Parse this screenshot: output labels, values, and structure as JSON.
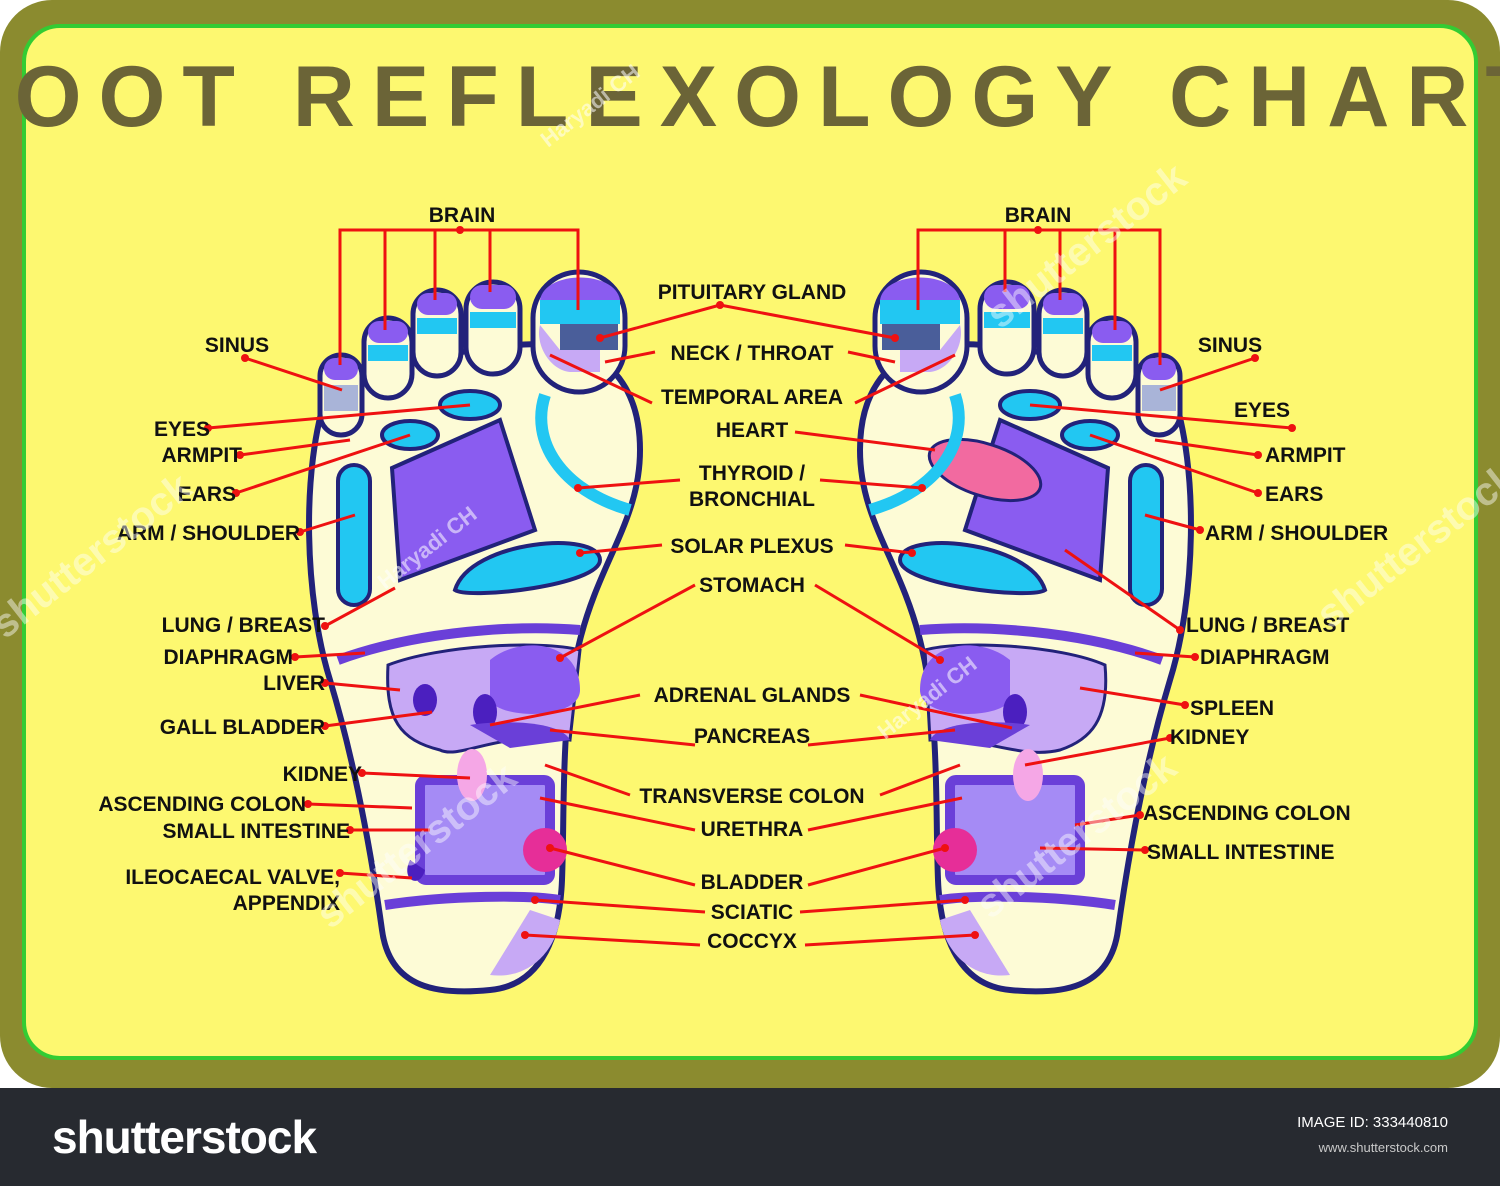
{
  "title": "FOOT REFLEXOLOGY CHART",
  "colors": {
    "border": "#8b8b2f",
    "panel": "#fdf870",
    "panel_edge": "#33cc33",
    "foot_outline": "#22227a",
    "foot_fill": "#fdfbd6",
    "cyan": "#22c7f2",
    "purple": "#8a5cf0",
    "lavender": "#c7a9f5",
    "violet": "#6a3fd8",
    "pink": "#f26aa0",
    "magenta": "#e62e98",
    "leader": "#ee1111",
    "title": "#6b6437"
  },
  "labels": {
    "brain": "BRAIN",
    "sinus": "SINUS",
    "eyes": "EYES",
    "armpit": "ARMPIT",
    "ears": "EARS",
    "arm_shoulder": "ARM / SHOULDER",
    "lung_breast": "LUNG / BREAST",
    "diaphragm": "DIAPHRAGM",
    "liver": "LIVER",
    "gall_bladder": "GALL BLADDER",
    "kidney": "KIDNEY",
    "ascending_colon": "ASCENDING COLON",
    "small_intestine": "SMALL INTESTINE",
    "ileocaecal_1": "ILEOCAECAL VALVE,",
    "ileocaecal_2": "APPENDIX",
    "pituitary": "PITUITARY GLAND",
    "neck_throat": "NECK  / THROAT",
    "temporal": "TEMPORAL AREA",
    "heart": "HEART",
    "thyroid_1": "THYROID /",
    "thyroid_2": "BRONCHIAL",
    "solar_plexus": "SOLAR PLEXUS",
    "stomach": "STOMACH",
    "adrenal": "ADRENAL GLANDS",
    "pancreas": "PANCREAS",
    "transverse_colon": "TRANSVERSE COLON",
    "urethra": "URETHRA",
    "bladder": "BLADDER",
    "sciatic": "SCIATIC",
    "coccyx": "COCCYX",
    "spleen": "SPLEEN"
  },
  "watermark": {
    "brand": "shutterstock",
    "author": "Haryadi CH"
  },
  "footer": {
    "brand": "shutterstock",
    "image_id": "IMAGE ID: 333440810",
    "url": "www.shutterstock.com"
  }
}
